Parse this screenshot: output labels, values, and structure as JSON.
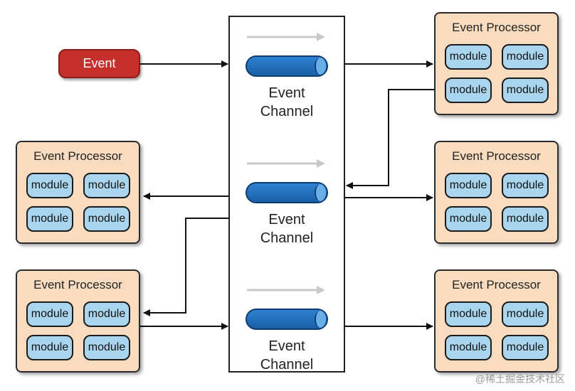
{
  "event": {
    "label": "Event"
  },
  "channels": [
    {
      "label_line1": "Event",
      "label_line2": "Channel"
    },
    {
      "label_line1": "Event",
      "label_line2": "Channel"
    },
    {
      "label_line1": "Event",
      "label_line2": "Channel"
    }
  ],
  "processors": [
    {
      "title": "Event Processor",
      "modules": [
        "module",
        "module",
        "module",
        "module"
      ]
    },
    {
      "title": "Event Processor",
      "modules": [
        "module",
        "module",
        "module",
        "module"
      ]
    },
    {
      "title": "Event Processor",
      "modules": [
        "module",
        "module",
        "module",
        "module"
      ]
    },
    {
      "title": "Event Processor",
      "modules": [
        "module",
        "module",
        "module",
        "module"
      ]
    },
    {
      "title": "Event Processor",
      "modules": [
        "module",
        "module",
        "module",
        "module"
      ]
    }
  ],
  "watermark": "@稀土掘金技术社区",
  "colors": {
    "event_fill": "#c6302c",
    "processor_fill": "#f9dbbf",
    "module_fill": "#a9d5ee",
    "pipe_fill": "#1f6fbd",
    "flow_arrow": "#c8c8c8"
  }
}
